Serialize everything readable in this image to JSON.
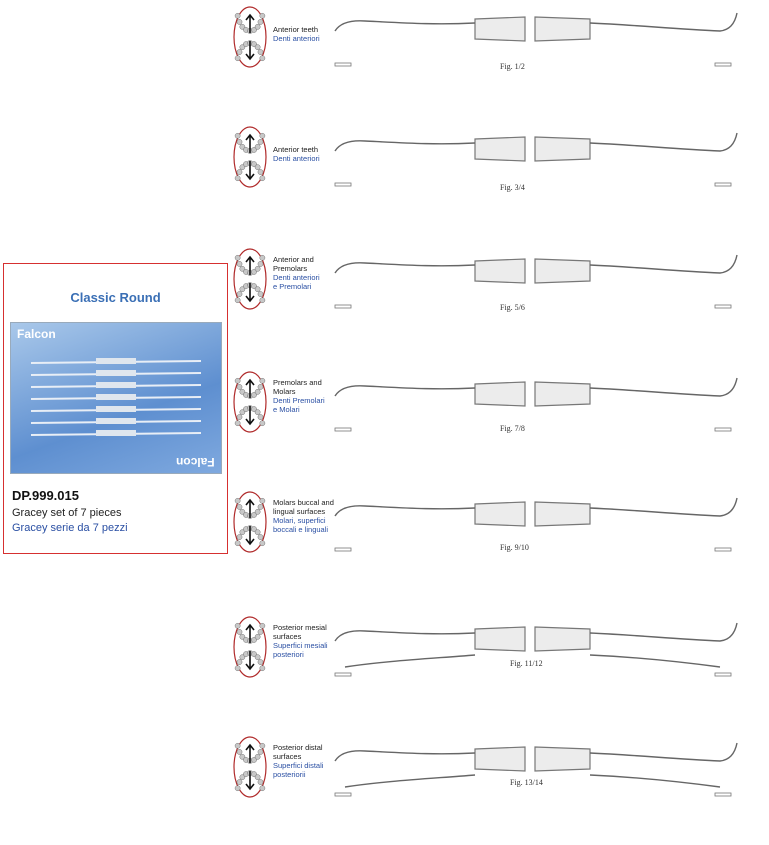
{
  "product": {
    "brand_name": "Classic Round",
    "card_logo": "Falcon",
    "code": "DP.999.015",
    "name_en": "Gracey set of 7 pieces",
    "name_it": "Gracey serie da 7 pezzi"
  },
  "instruments": [
    {
      "label_en": "Anterior teeth",
      "label_it": "Denti anteriori",
      "fig": "Fig. 1/2"
    },
    {
      "label_en": "Anterior teeth",
      "label_it": "Denti anteriori",
      "fig": "Fig. 3/4"
    },
    {
      "label_en": "Anterior and\nPremolars",
      "label_it": "Denti anteriori\ne Premolari",
      "fig": "Fig. 5/6"
    },
    {
      "label_en": "Premolars and\nMolars",
      "label_it": "Denti Premolari\ne Molari",
      "fig": "Fig. 7/8"
    },
    {
      "label_en": "Molars buccal and\nlingual surfaces",
      "label_it": "Molari, superfici\nboccali e linguali",
      "fig": "Fig. 9/10"
    },
    {
      "label_en": "Posterior mesial\nsurfaces",
      "label_it": "Superfici mesiali\nposteriori",
      "fig": "Fig. 11/12"
    },
    {
      "label_en": "Posterior distal\nsurfaces",
      "label_it": "Superfici distali\nposteriorii",
      "fig": "Fig. 13/14"
    }
  ],
  "colors": {
    "accent_red": "#d63030",
    "italian_blue": "#2a4fa3",
    "tooth_red": "#b02a2a"
  }
}
